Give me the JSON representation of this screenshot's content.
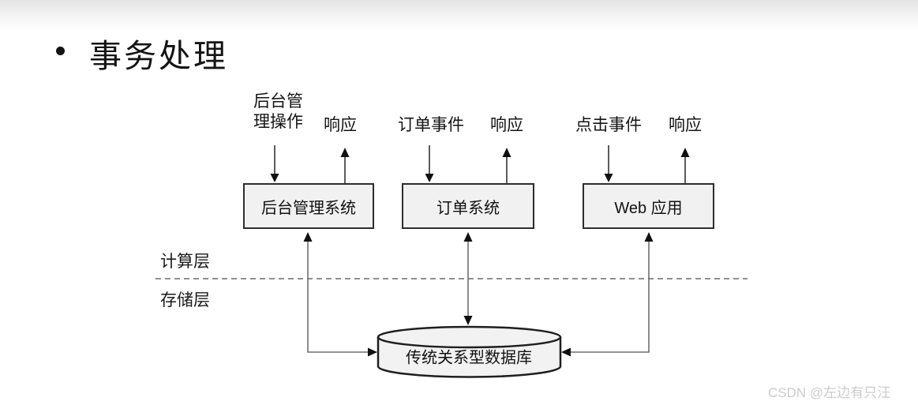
{
  "slide": {
    "title": "事务处理",
    "watermark": "CSDN @左边有只汪"
  },
  "diagram": {
    "flows": [
      {
        "event": "后台管\n理操作",
        "response": "响应",
        "system": "后台管理系统"
      },
      {
        "event": "订单事件",
        "response": "响应",
        "system": "订单系统"
      },
      {
        "event": "点击事件",
        "response": "响应",
        "system": "Web 应用"
      }
    ],
    "layers": {
      "compute": "计算层",
      "storage": "存储层"
    },
    "database": {
      "label": "传统关系型数据库"
    },
    "colors": {
      "box_fill": "#f1f1f1",
      "box_border": "#2d2d2d",
      "connector_line": "#6f6f6f",
      "arrowhead": "#111111",
      "dashed_divider": "#8f8f8f",
      "watermark_text": "#cbcbcb"
    }
  }
}
